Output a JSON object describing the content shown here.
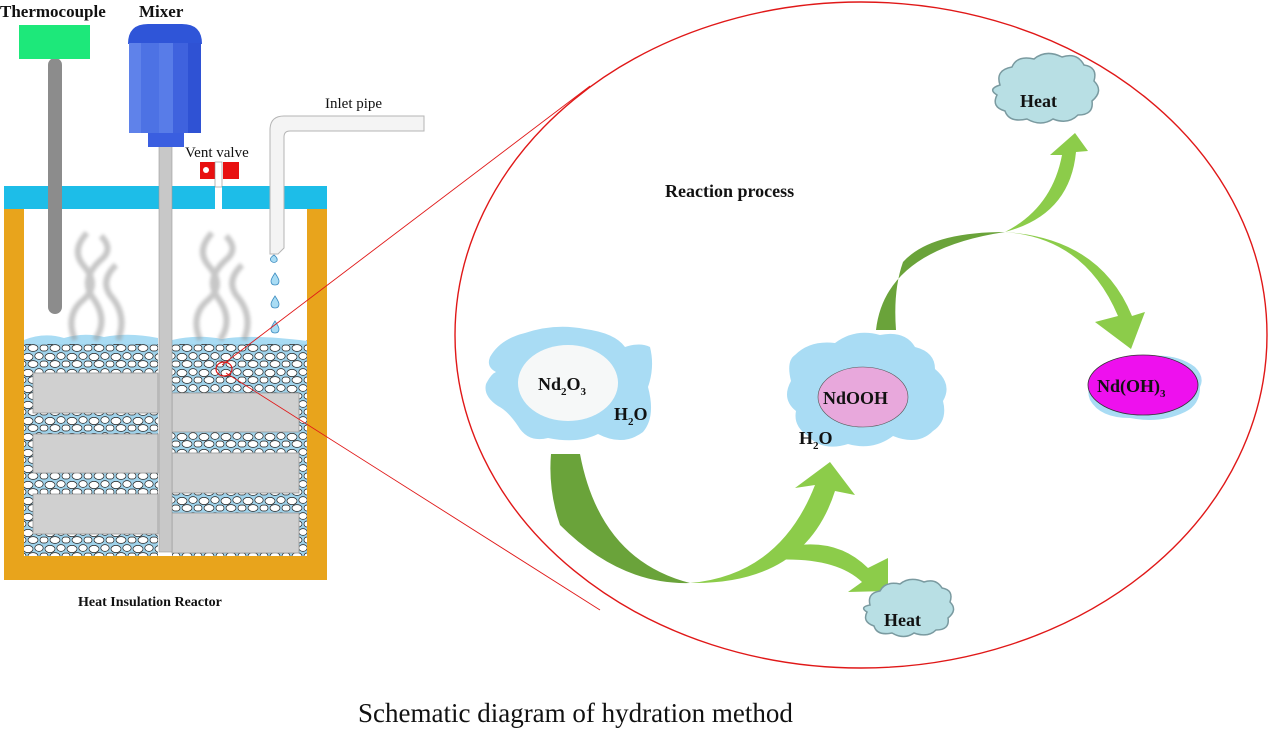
{
  "figure": {
    "title": "Schematic diagram of hydration method",
    "colors": {
      "reactor_wall": "#e8a41c",
      "lid": "#1dbde8",
      "thermocouple_head": "#1de87a",
      "thermocouple_rod": "#8c8c8c",
      "mixer": "#3f5fe0",
      "mixer_shaft": "#c8c8c8",
      "vent_valve": "#e81010",
      "inlet_pipe": "#f4f4f4",
      "water": "#a9dcf4",
      "tray": "#d0d0d0",
      "zoom_circle": "#e01818",
      "arrow_dark": "#6aa33a",
      "arrow_light": "#8ccc4a",
      "heat_cloud": "#b8dfe4",
      "nd2o3_core": "#f6f8f8",
      "ndooh_core": "#e8a8dc",
      "ndoh3_core": "#ee10ee"
    }
  },
  "reactor": {
    "caption": "Heat Insulation Reactor",
    "labels": {
      "thermocouple": "Thermocouple",
      "mixer": "Mixer",
      "vent_valve": "Vent valve",
      "inlet_pipe": "Inlet pipe"
    }
  },
  "reaction": {
    "title": "Reaction process",
    "species": {
      "nd2o3": {
        "main": "Nd",
        "sub1": "2",
        "mid": "O",
        "sub2": "3"
      },
      "water1": {
        "main": "H",
        "sub": "2",
        "tail": "O"
      },
      "ndooh": {
        "text": "NdOOH"
      },
      "water2": {
        "main": "H",
        "sub": "2",
        "tail": "O"
      },
      "ndoh3": {
        "main": "Nd(OH)",
        "sub": "3"
      }
    },
    "heat_labels": [
      "Heat",
      "Heat"
    ]
  }
}
